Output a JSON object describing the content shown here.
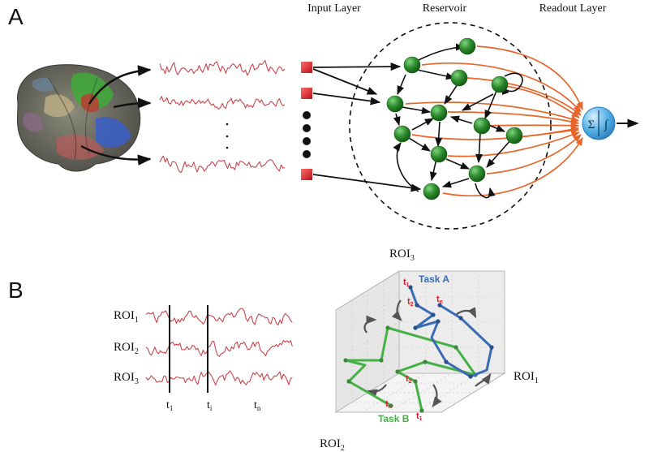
{
  "panel_a": {
    "label": "A",
    "input_layer_title": "Input Layer",
    "reservoir_title": "Reservoir",
    "readout_layer_title": "Readout Layer",
    "readout_sum_symbol": "Σ",
    "readout_integral_symbol": "∫",
    "colors": {
      "signal": "#c8464c",
      "input_node": "#d9222a",
      "reservoir_node": "#2e8b2e",
      "readout_edge": "#e8652a",
      "readout_node": "#5ab4e6"
    }
  },
  "panel_b": {
    "label": "B",
    "roi_1": "ROI",
    "roi_1_sub": "1",
    "roi_2": "ROI",
    "roi_2_sub": "2",
    "roi_3": "ROI",
    "roi_3_sub": "3",
    "t1": "t",
    "t1_sub": "1",
    "ti": "t",
    "ti_sub": "i",
    "tn": "t",
    "tn_sub": "n",
    "axis_roi1": "ROI",
    "axis_roi1_sub": "1",
    "axis_roi2": "ROI",
    "axis_roi2_sub": "2",
    "axis_roi3": "ROI",
    "axis_roi3_sub": "3",
    "task_a": "Task A",
    "task_b": "Task B",
    "task_a_t1": "t",
    "task_a_t1_sub": "1",
    "task_a_t2": "t",
    "task_a_t2_sub": "2",
    "task_a_tn": "t",
    "task_a_tn_sub": "n",
    "task_b_t1": "t",
    "task_b_t1_sub": "1",
    "task_b_t2": "t",
    "task_b_t2_sub": "2",
    "task_b_tn": "t",
    "task_b_tn_sub": "n",
    "colors": {
      "task_a": "#3a6cb5",
      "task_b": "#45b045",
      "time_labels": "#d8202a"
    }
  }
}
